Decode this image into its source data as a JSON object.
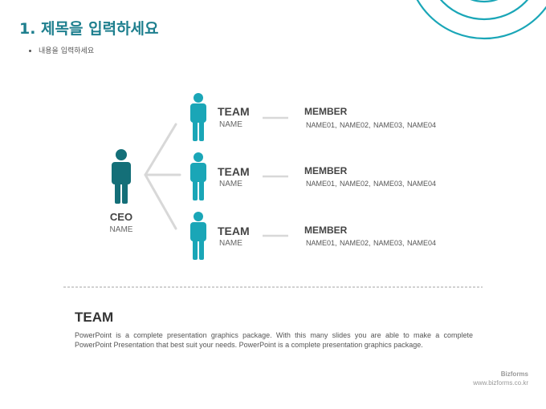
{
  "slide": {
    "title": "1. 제목을 입력하세요",
    "bullet": "내용을 입력하세요"
  },
  "ceo": {
    "label": "CEO",
    "name": "NAME"
  },
  "teams": [
    {
      "title": "TEAM",
      "name": "NAME",
      "member_title": "MEMBER",
      "members": "NAME01, NAME02, NAME03, NAME04"
    },
    {
      "title": "TEAM",
      "name": "NAME",
      "member_title": "MEMBER",
      "members": "NAME01, NAME02, NAME03, NAME04"
    },
    {
      "title": "TEAM",
      "name": "NAME",
      "member_title": "MEMBER",
      "members": "NAME01, NAME02, NAME03, NAME04"
    }
  ],
  "description": {
    "title": "TEAM",
    "body": "PowerPoint is a complete presentation graphics package. With this many slides you are able to make a complete PowerPoint Presentation that best suit your needs. PowerPoint is a complete presentation graphics package."
  },
  "footer": {
    "brand": "Bizforms",
    "url": "www.bizforms.co.kr"
  },
  "colors": {
    "title": "#1e7f8e",
    "ceo_figure": "#146f78",
    "team_figure": "#1aa6b7",
    "connector": "#d8d8d8",
    "ring": "#1aa6b7"
  },
  "icons": {
    "ceo": "person-icon",
    "team": "person-icon"
  }
}
